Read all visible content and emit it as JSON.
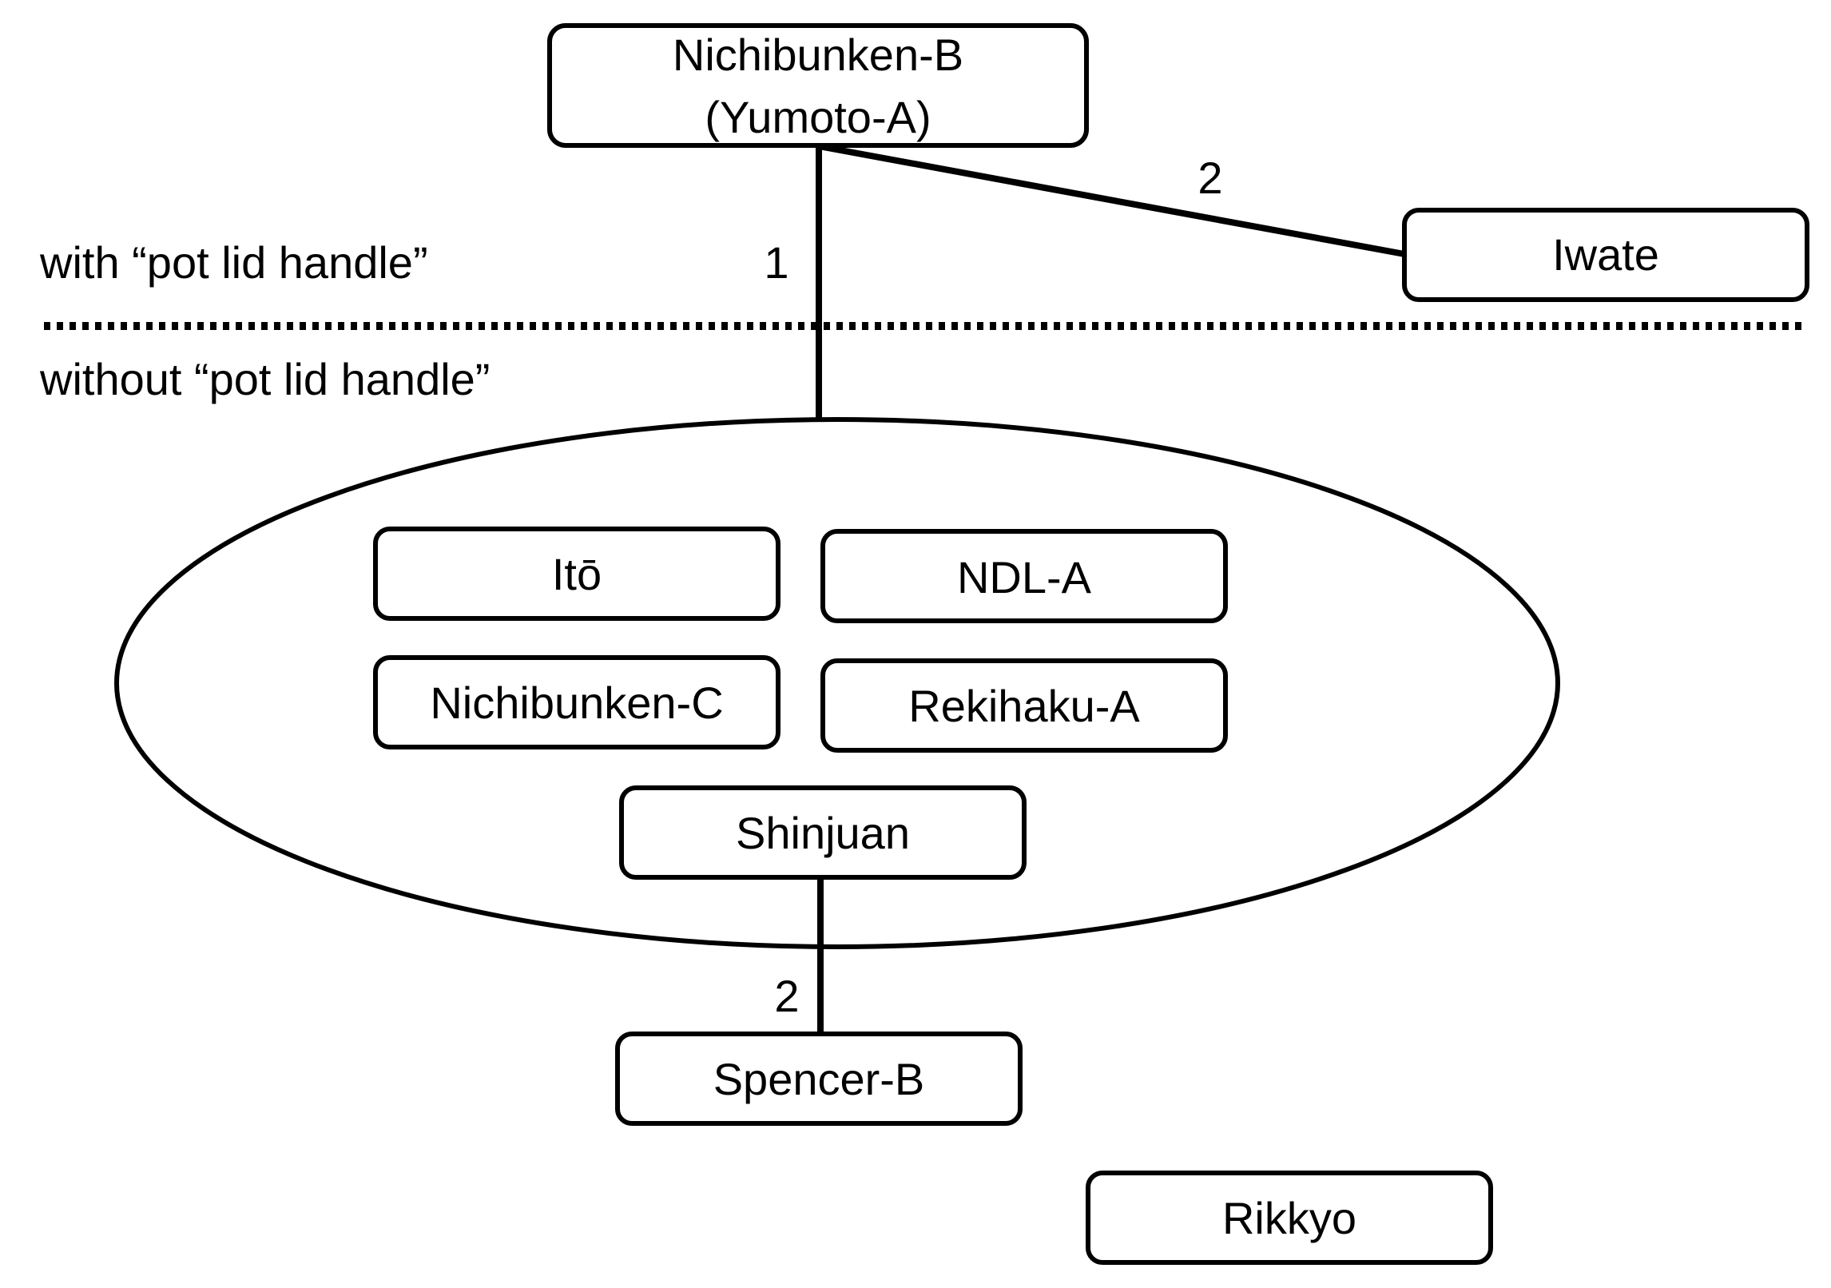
{
  "diagram": {
    "nodes": {
      "nichibunken_b": {
        "line1": "Nichibunken-B",
        "line2": "(Yumoto-A)"
      },
      "iwate": {
        "label": "Iwate"
      },
      "ito": {
        "label": "Itō"
      },
      "ndl_a": {
        "label": "NDL-A"
      },
      "nichibunken_c": {
        "label": "Nichibunken-C"
      },
      "rekihaku_a": {
        "label": "Rekihaku-A"
      },
      "shinjuan": {
        "label": "Shinjuan"
      },
      "spencer_b": {
        "label": "Spencer-B"
      },
      "rikkyo": {
        "label": "Rikkyo"
      }
    },
    "edges": {
      "top_to_group": "1",
      "top_to_iwate": "2",
      "shinjuan_to_spencer": "2"
    },
    "regions": {
      "with_label": "with “pot lid handle”",
      "without_label": "without “pot lid handle”"
    }
  }
}
